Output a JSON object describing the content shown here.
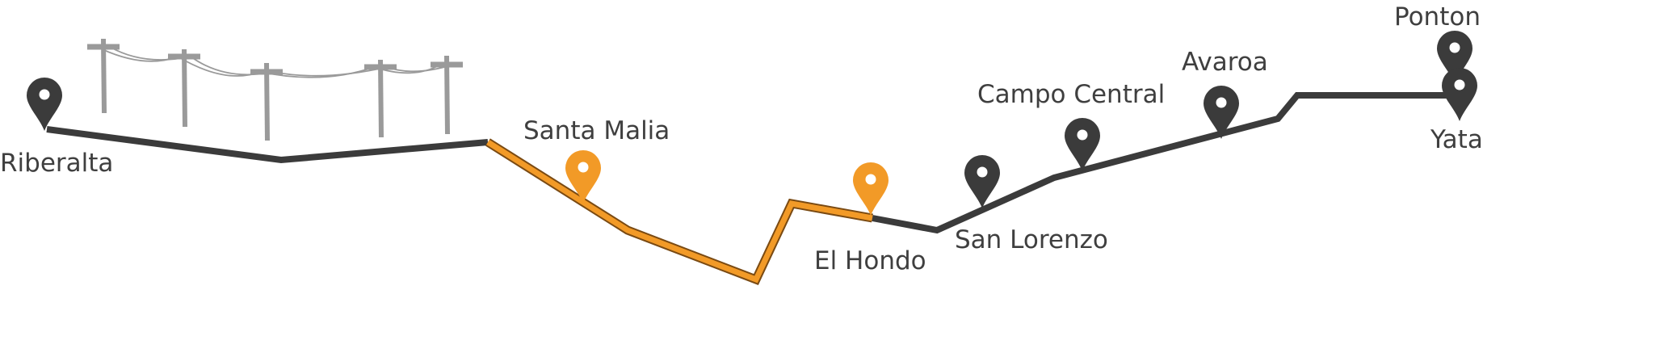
{
  "colors": {
    "road_existing": "#3b3b3b",
    "road_new": "#f29a27",
    "road_new_edge": "#7a4a12",
    "pin_existing": "#3b3b3b",
    "pin_new": "#f29a27",
    "pin_hole": "#ffffff",
    "label": "#3f3f3f",
    "power_line": "#9a9a9a"
  },
  "icons": {
    "map_pin": "map-pin-icon",
    "power_line": "power-line-icon"
  },
  "towns": [
    {
      "id": "riberalta",
      "name": "Riberalta",
      "status": "existing"
    },
    {
      "id": "santa-malia",
      "name": "Santa Malia",
      "status": "new"
    },
    {
      "id": "el-hondo",
      "name": "El Hondo",
      "status": "new"
    },
    {
      "id": "san-lorenzo",
      "name": "San Lorenzo",
      "status": "existing"
    },
    {
      "id": "campo-central",
      "name": "Campo Central",
      "status": "existing"
    },
    {
      "id": "avaroa",
      "name": "Avaroa",
      "status": "existing"
    },
    {
      "id": "ponton",
      "name": "Ponton",
      "status": "existing"
    },
    {
      "id": "yata",
      "name": "Yata",
      "status": "existing"
    }
  ]
}
